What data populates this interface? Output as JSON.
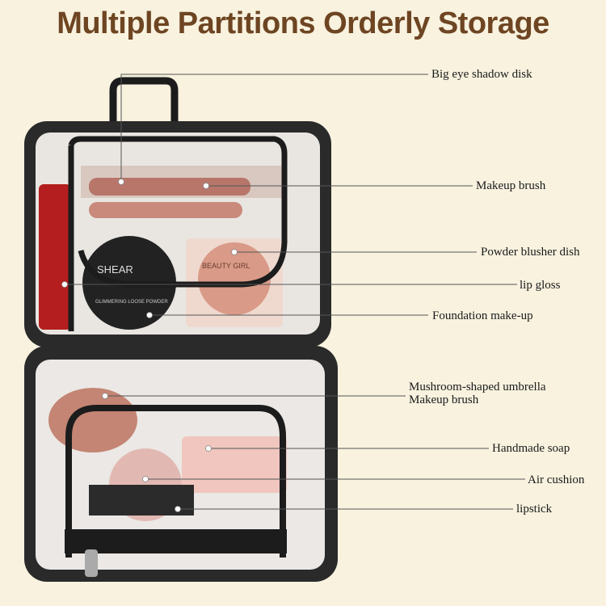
{
  "title": "Multiple Partitions Orderly Storage",
  "colors": {
    "title": "#6e4522",
    "background": "#f8f2df",
    "bag_trim": "#1c1c1c"
  },
  "callouts": [
    {
      "label": "Big eye shadow disk"
    },
    {
      "label": "Makeup brush"
    },
    {
      "label": "Powder blusher dish"
    },
    {
      "label": "lip gloss"
    },
    {
      "label": "Foundation make-up"
    },
    {
      "label": "Mushroom-shaped umbrella",
      "label2": "Makeup brush"
    },
    {
      "label": "Handmade soap"
    },
    {
      "label": "Air cushion"
    },
    {
      "label": "lipstick"
    }
  ],
  "product_print": {
    "powder_brand": "SHEAR",
    "powder_text": "GLIMMERING LOOSE POWDER",
    "blush_text": "BEAUTY GIRL"
  }
}
